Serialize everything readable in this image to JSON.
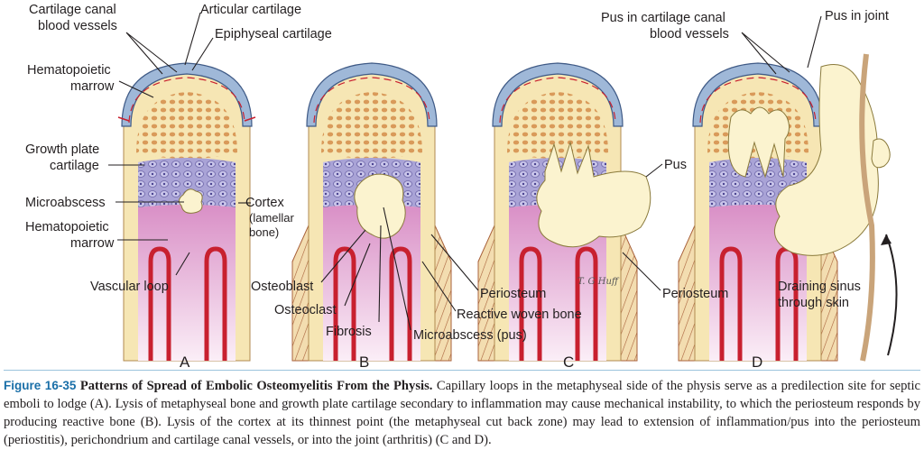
{
  "panels": [
    "A",
    "B",
    "C",
    "D"
  ],
  "labels": {
    "cartilage_canal_vessels": [
      "Cartilage canal",
      "blood vessels"
    ],
    "articular_cartilage": "Articular cartilage",
    "epiphyseal_cartilage": "Epiphyseal cartilage",
    "hematopoietic_marrow_top": [
      "Hematopoietic",
      "marrow"
    ],
    "growth_plate": [
      "Growth plate",
      "cartilage"
    ],
    "microabscess": "Microabscess",
    "hematopoietic_marrow_bottom": [
      "Hematopoietic",
      "marrow"
    ],
    "vascular_loop": "Vascular loop",
    "cortex": [
      "Cortex",
      "(lamellar",
      "bone)"
    ],
    "osteoblast": "Osteoblast",
    "osteoclast": "Osteoclast",
    "fibrosis": "Fibrosis",
    "microabscess_pus": "Microabscess (pus)",
    "periosteum_b": "Periosteum",
    "reactive_woven_bone": "Reactive woven bone",
    "pus": "Pus",
    "periosteum_c": "Periosteum",
    "pus_in_canal": [
      "Pus in cartilage canal",
      "blood vessels"
    ],
    "pus_in_joint": "Pus in joint",
    "draining_sinus": [
      "Draining sinus",
      "through skin"
    ],
    "signature": "T. G Huff"
  },
  "caption": {
    "number": "Figure 16-35",
    "title": "Patterns of Spread of Embolic Osteomyelitis From the Physis.",
    "body": " Capillary loops in the metaphyseal side of the physis serve as a predilection site for septic emboli to lodge (A). Lysis of metaphyseal bone and growth plate cartilage secondary to inflammation may cause mechanical instability, to which the periosteum responds by producing reactive bone (B). Lysis of the cortex at its thinnest point (the metaphyseal cut back zone) may lead to extension of inflammation/pus into the periosteum (periostitis), perichondrium and cartilage canal vessels, or into the joint (arthritis) (C and D)."
  },
  "colors": {
    "articular": "#9fb8d8",
    "cortex": "#f6e6b4",
    "marrow_dots": "#d99a5a",
    "growth_plate": "#a9a3d6",
    "metaphysis": "#e7b0d6",
    "vessel": "#c8202f",
    "pus": "#fbf3cf",
    "caption_accent": "#1a6fa8"
  }
}
